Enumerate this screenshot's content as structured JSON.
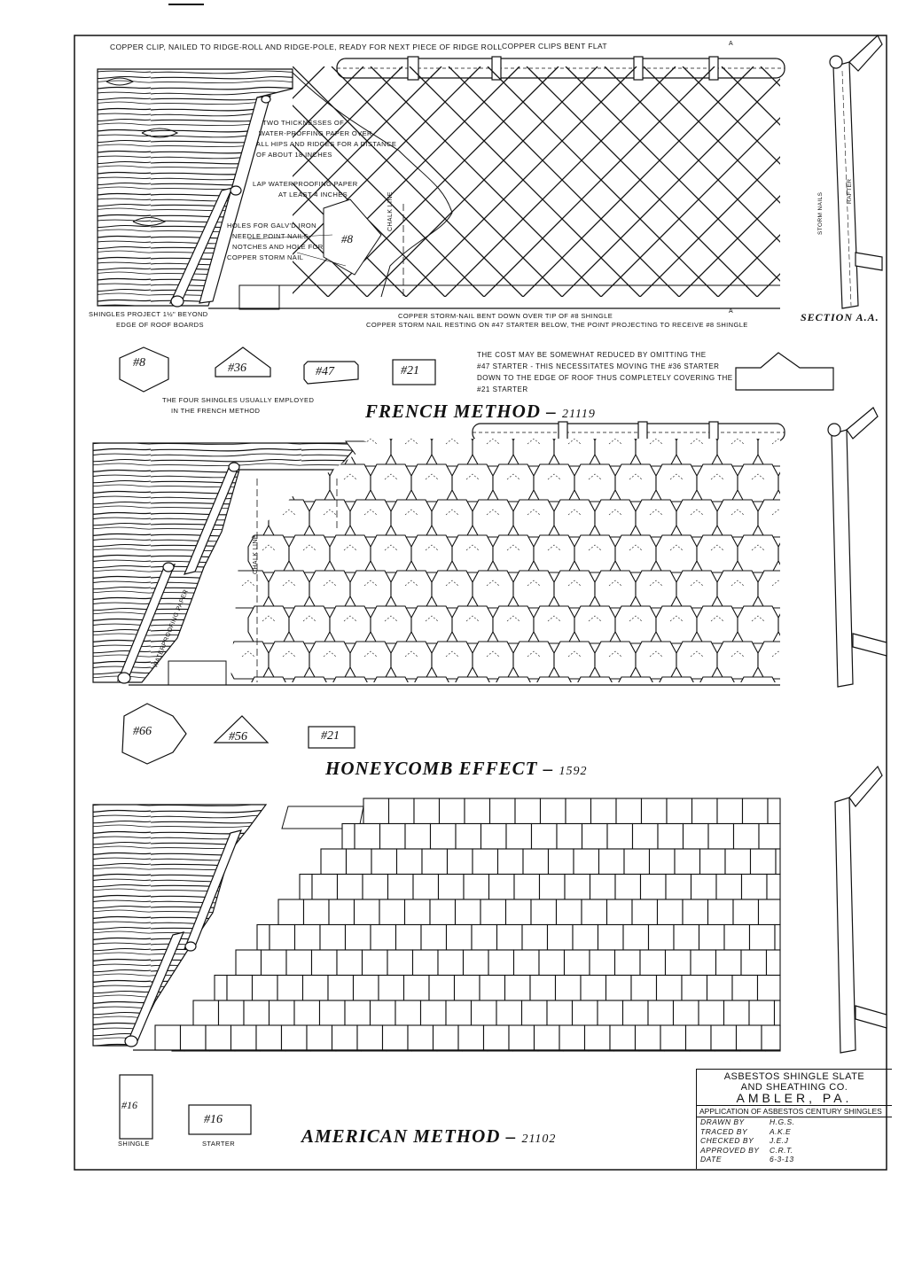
{
  "labels": {
    "copper_clip": "COPPER CLIP, NAILED TO RIDGE-ROLL AND RIDGE-POLE, READY FOR NEXT PIECE OF RIDGE ROLL",
    "clips_bent": "COPPER CLIPS BENT FLAT",
    "two_thick_1": "TWO THICKNESSES OF",
    "two_thick_2": "WATER-PROFFING PAPER OVER",
    "two_thick_3": "ALL HIPS AND RIDGES FOR A DISTANCE",
    "two_thick_4": "OF ABOUT 18 INCHES",
    "lap_1": "LAP WATERPROOFING PAPER",
    "lap_2": "AT LEAST 4 INCHES",
    "holes_1": "HOLES FOR GALV'D IRON",
    "holes_2": "NEEDLE POINT NAILS",
    "holes_3": "NOTCHES AND HOLE FOR",
    "holes_4": "COPPER STORM NAIL",
    "project_1": "SHINGLES PROJECT 1½\" BEYOND",
    "project_2": "EDGE OF ROOF BOARDS",
    "storm_bent": "COPPER STORM-NAIL BENT DOWN OVER TIP OF #8 SHINGLE",
    "storm_rest": "COPPER STORM NAIL RESTING ON #47 STARTER BELOW, THE POINT PROJECTING TO RECEIVE #8 SHINGLE",
    "chalk_line": "CHALK LINE",
    "storm_nails": "STORM NAILS",
    "rafter": "RAFTER",
    "waterproofing": "WATERPROOFING PAPER",
    "section_aa": "SECTION A.A.",
    "marker_a": "A",
    "four_1": "THE FOUR SHINGLES USUALLY EMPLOYED",
    "four_2": "IN THE FRENCH METHOD",
    "cost_1": "THE COST MAY BE SOMEWHAT REDUCED BY OMITTING THE",
    "cost_2": "#47 STARTER - THIS NECESSITATES MOVING THE #36 STARTER",
    "cost_3": "DOWN TO THE EDGE OF ROOF THUS COMPLETELY COVERING THE",
    "cost_4": "#21 STARTER",
    "shingle_word": "SHINGLE",
    "starter_word": "STARTER"
  },
  "shingles": {
    "s8": "#8",
    "s36": "#36",
    "s47": "#47",
    "s21": "#21",
    "s66": "#66",
    "s56": "#56",
    "s21b": "#21",
    "s16a": "#16",
    "s16b": "#16"
  },
  "titles": {
    "french": "FRENCH METHOD –",
    "french_num": "21119",
    "honey": "HONEYCOMB EFFECT –",
    "honey_num": "1592",
    "american": "AMERICAN  METHOD –",
    "american_num": "21102"
  },
  "title_block": {
    "company_1": "ASBESTOS SHINGLE SLATE",
    "company_2": "AND SHEATHING CO.",
    "city": "AMBLER, PA.",
    "subtitle": "APPLICATION OF ASBESTOS CENTURY SHINGLES",
    "rows": [
      {
        "k": "DRAWN BY",
        "v": "H.G.S."
      },
      {
        "k": "TRACED BY",
        "v": "A.K.E"
      },
      {
        "k": "CHECKED BY",
        "v": "J.E.J"
      },
      {
        "k": "APPROVED BY",
        "v": "C.R.T."
      },
      {
        "k": "DATE",
        "v": "6-3-13"
      }
    ]
  }
}
